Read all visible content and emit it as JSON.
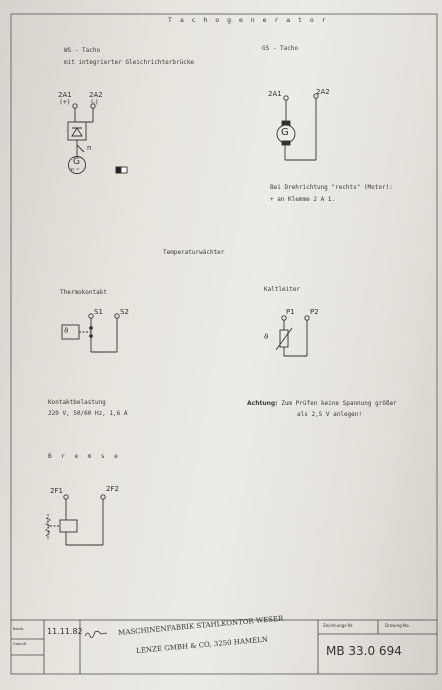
{
  "header": {
    "title": "T a c h o g e n e r a t o r"
  },
  "ws_tacho": {
    "heading": "WS - Tacho",
    "subheading": "mit integrierter Gleichrichterbrücke",
    "terminal_left": "2A1",
    "terminal_left_sign": "(+)",
    "terminal_right": "2A2",
    "terminal_right_sign": "(-)",
    "n_label": "n",
    "generator": "G",
    "generator_sub": "n ~"
  },
  "gs_tacho": {
    "heading": "GS - Tacho",
    "terminal_left": "2A1",
    "terminal_right": "2A2",
    "generator": "G",
    "note_line1": "Bei Drehrichtung \"rechts\" (Motor):",
    "note_line2": "+ an Klemme 2 A 1."
  },
  "temperature": {
    "heading": "Temperaturwächter",
    "thermokontakt": {
      "heading": "Thermokontakt",
      "s1": "S1",
      "s2": "S2",
      "symbol": "ϑ"
    },
    "kaltleiter": {
      "heading": "Kaltleiter",
      "p1": "P1",
      "p2": "P2",
      "symbol": "ϑ"
    },
    "contact_load": {
      "heading": "Kontaktbelastung",
      "value": "220 V, 50/60 Hz, 1,6 A"
    },
    "warning": {
      "label": "Achtung:",
      "line1": "Zum Prüfen keine Spannung größer",
      "line2": "als 2,5 V anlegen!"
    }
  },
  "brake": {
    "heading": "B r e m s e",
    "terminal_left": "2F1",
    "terminal_right": "2F2"
  },
  "title_block": {
    "label_bearb": "Bearb.",
    "label_geprueft": "Geprüft",
    "date": "11.11.82",
    "company_line1": "MASCHINENFABRIK STAHLKONTOR WESER",
    "company_line2": "LENZE GMBH & CO, 3250 HAMELN",
    "label_zeichnungs": "Zeichnungs-Nr.",
    "label_drawing": "Drawing-No.",
    "drawing_number": "MB 33.0 694"
  }
}
